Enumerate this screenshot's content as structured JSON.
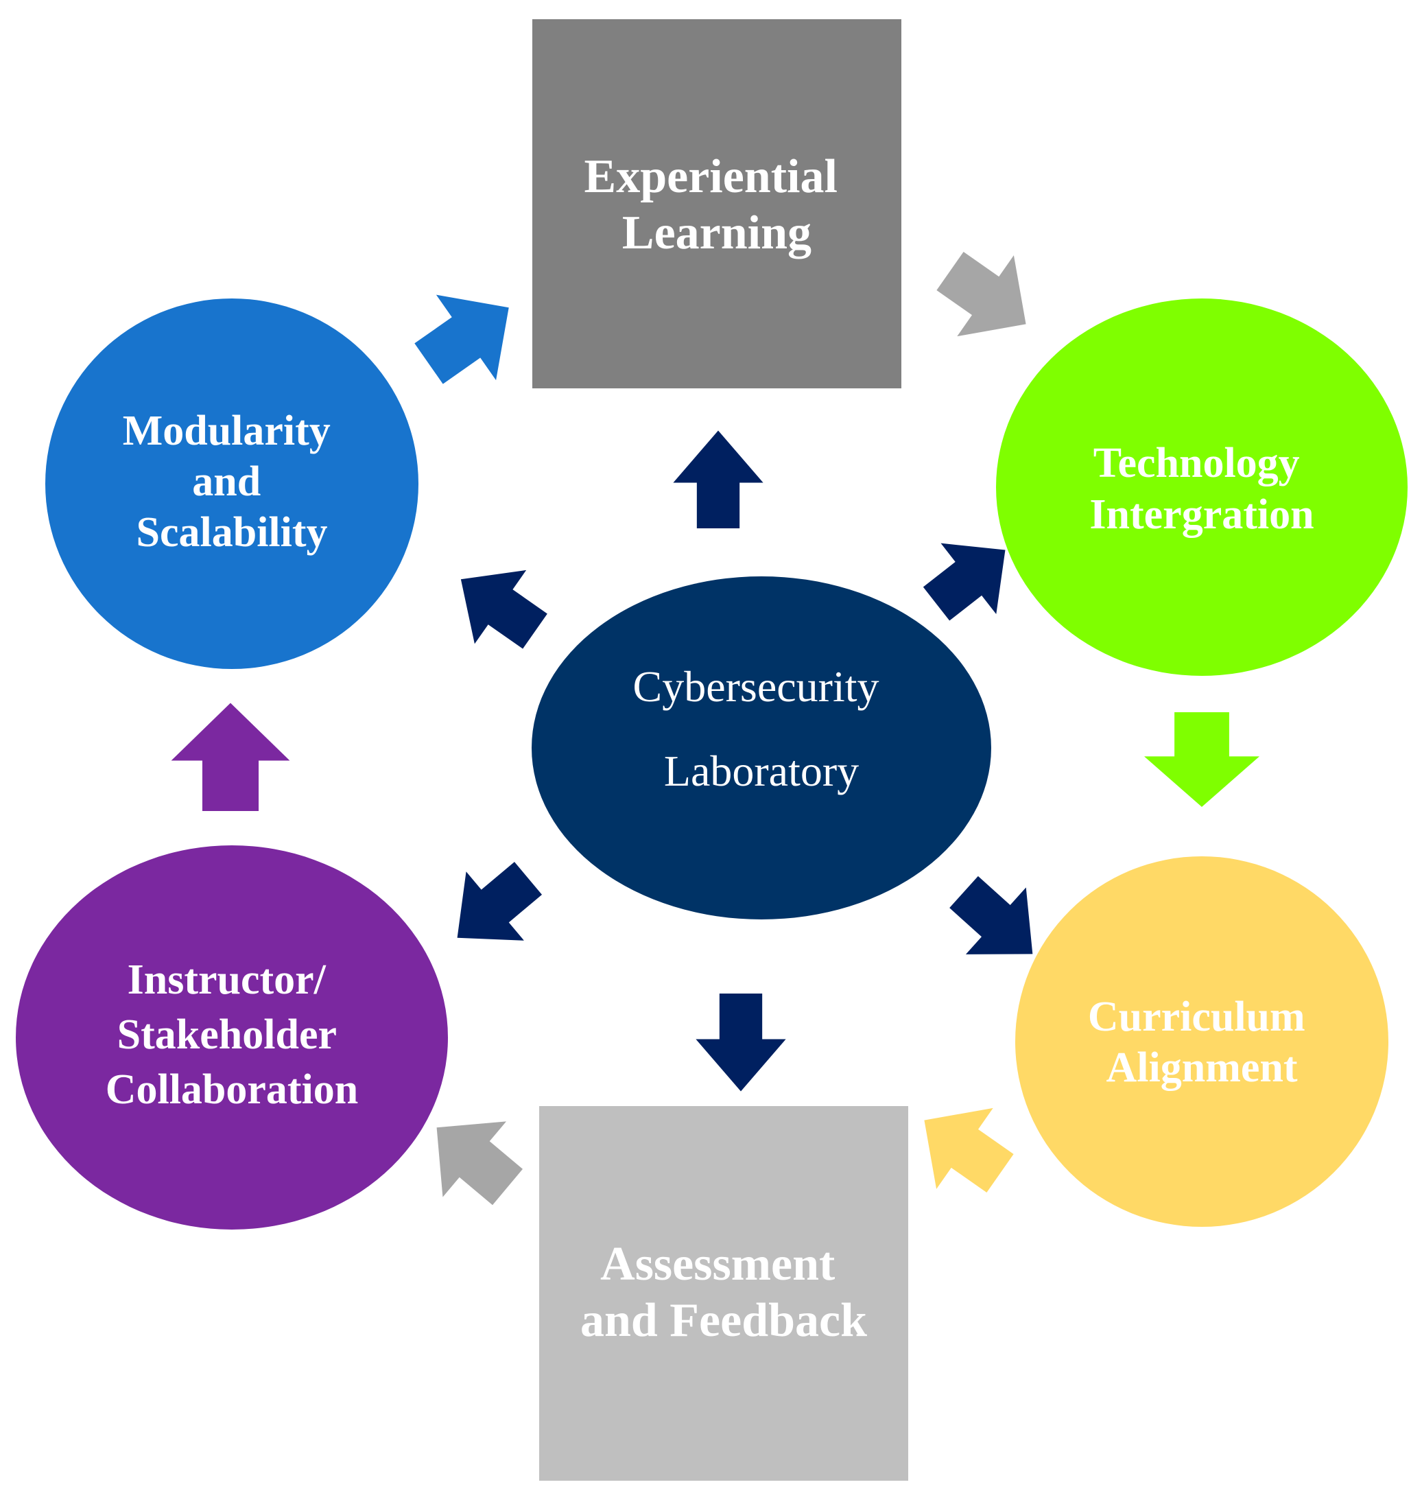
{
  "diagram": {
    "center": {
      "lines": [
        "Cybersecurity",
        "Laboratory"
      ],
      "color": "#003366"
    },
    "nodes": {
      "experiential": {
        "lines": [
          "Experiential",
          "Learning"
        ],
        "color": "#808080"
      },
      "technology": {
        "lines": [
          "Technology",
          "Intergration"
        ],
        "color": "#7FFF00"
      },
      "curriculum": {
        "lines": [
          "Curriculum",
          "Alignment"
        ],
        "color": "#FFD966"
      },
      "assessment": {
        "lines": [
          "Assessment",
          "and Feedback"
        ],
        "color": "#BFBFBF"
      },
      "instructor": {
        "lines": [
          "Instructor/",
          "Stakeholder",
          "Collaboration"
        ],
        "color": "#7B28A0"
      },
      "modularity": {
        "lines": [
          "Modularity",
          "and",
          "Scalability"
        ],
        "color": "#1874CD"
      }
    },
    "arrow_colors": {
      "center": "#002060",
      "modularity_to_experiential": "#1874CD",
      "experiential_to_technology": "#A6A6A6",
      "technology_to_curriculum": "#7FFF00",
      "curriculum_to_assessment": "#FFD966",
      "assessment_to_instructor": "#A6A6A6",
      "instructor_to_modularity": "#7B28A0"
    }
  }
}
